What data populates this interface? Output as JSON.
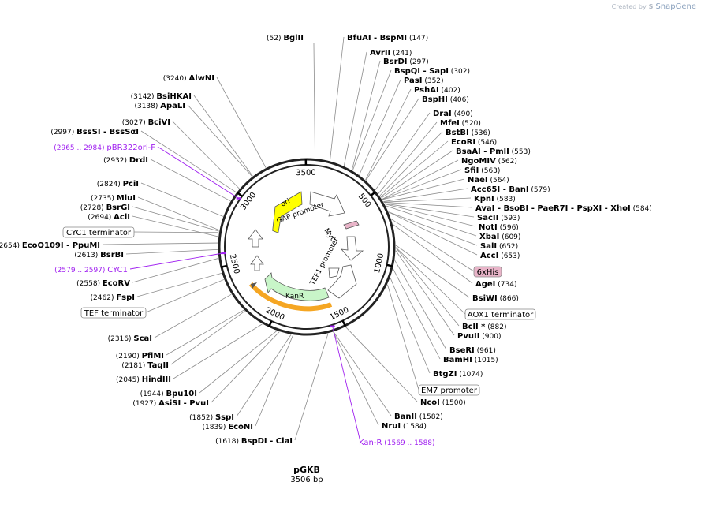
{
  "brand": {
    "created_by": "Created by",
    "name": "SnapGene"
  },
  "plasmid": {
    "name": "pGKB",
    "length_label": "3506 bp"
  },
  "ticks": [
    {
      "label": "3500",
      "bp": 3500
    },
    {
      "label": "500",
      "bp": 500
    },
    {
      "label": "1000",
      "bp": 1000
    },
    {
      "label": "1500",
      "bp": 1500
    },
    {
      "label": "2000",
      "bp": 2000
    },
    {
      "label": "2500",
      "bp": 2500
    },
    {
      "label": "3000",
      "bp": 3000
    }
  ],
  "features": [
    {
      "name": "ori",
      "type": "ori",
      "color": "#ffff00"
    },
    {
      "name": "GAP promoter",
      "type": "promoter",
      "color": "#ffffff"
    },
    {
      "name": "Myc",
      "type": "tag",
      "color": "#e8b4c8"
    },
    {
      "name": "TEF1 promoter",
      "type": "promoter",
      "color": "#ffffff"
    },
    {
      "name": "KanR",
      "type": "cds",
      "color": "#c8f5c8"
    },
    {
      "name": "",
      "type": "orf",
      "color": "#f5a623"
    }
  ],
  "sites_right": [
    {
      "parts": [
        "BfuAI",
        "BspMI"
      ],
      "pos": "(147)",
      "pre": "(52)",
      "pre_name": "BglII"
    },
    {
      "parts": [
        "AvrII"
      ],
      "pos": "(241)"
    },
    {
      "parts": [
        "BsrDI"
      ],
      "pos": "(297)"
    },
    {
      "parts": [
        "BspQI",
        "SapI"
      ],
      "pos": "(302)"
    },
    {
      "parts": [
        "PasI"
      ],
      "pos": "(352)"
    },
    {
      "parts": [
        "PshAI"
      ],
      "pos": "(402)"
    },
    {
      "parts": [
        "BspHI"
      ],
      "pos": "(406)"
    },
    {
      "parts": [
        "DraI"
      ],
      "pos": "(490)"
    },
    {
      "parts": [
        "MfeI"
      ],
      "pos": "(520)"
    },
    {
      "parts": [
        "BstBI"
      ],
      "pos": "(536)"
    },
    {
      "parts": [
        "EcoRI"
      ],
      "pos": "(546)"
    },
    {
      "parts": [
        "BsaAI",
        "PmlI"
      ],
      "pos": "(553)"
    },
    {
      "parts": [
        "NgoMIV"
      ],
      "pos": "(562)"
    },
    {
      "parts": [
        "SfiI"
      ],
      "pos": "(563)"
    },
    {
      "parts": [
        "NaeI"
      ],
      "pos": "(564)"
    },
    {
      "parts": [
        "Acc65I",
        "BanI"
      ],
      "pos": "(579)"
    },
    {
      "parts": [
        "KpnI"
      ],
      "pos": "(583)"
    },
    {
      "parts": [
        "AvaI",
        "BsoBI",
        "PaeR7I",
        "PspXI",
        "XhoI"
      ],
      "pos": "(584)"
    },
    {
      "parts": [
        "SacII"
      ],
      "pos": "(593)"
    },
    {
      "parts": [
        "NotI"
      ],
      "pos": "(596)"
    },
    {
      "parts": [
        "XbaI"
      ],
      "pos": "(609)"
    },
    {
      "parts": [
        "SalI"
      ],
      "pos": "(652)"
    },
    {
      "parts": [
        "AccI"
      ],
      "pos": "(653)"
    },
    {
      "parts": [
        "AgeI"
      ],
      "pos": "(734)"
    },
    {
      "parts": [
        "BsiWI"
      ],
      "pos": "(866)"
    },
    {
      "parts": [
        "BclI *"
      ],
      "pos": "(882)"
    },
    {
      "parts": [
        "PvuII"
      ],
      "pos": "(900)"
    },
    {
      "parts": [
        "BseRI"
      ],
      "pos": "(961)"
    },
    {
      "parts": [
        "BamHI"
      ],
      "pos": "(1015)"
    },
    {
      "parts": [
        "BtgZI"
      ],
      "pos": "(1074)"
    },
    {
      "parts": [
        "NcoI"
      ],
      "pos": "(1500)"
    },
    {
      "parts": [
        "BanII"
      ],
      "pos": "(1582)"
    },
    {
      "parts": [
        "NruI"
      ],
      "pos": "(1584)"
    }
  ],
  "sites_left": [
    {
      "parts": [
        "AlwNI"
      ],
      "pos": "(3240)"
    },
    {
      "parts": [
        "BsiHKAI"
      ],
      "pos": "(3142)"
    },
    {
      "parts": [
        "ApaLI"
      ],
      "pos": "(3138)"
    },
    {
      "parts": [
        "BciVI"
      ],
      "pos": "(3027)"
    },
    {
      "parts": [
        "BssSI",
        "BssSαI"
      ],
      "pos": "(2997)"
    },
    {
      "parts": [
        "DrdI"
      ],
      "pos": "(2932)"
    },
    {
      "parts": [
        "PciI"
      ],
      "pos": "(2824)"
    },
    {
      "parts": [
        "MluI"
      ],
      "pos": "(2735)"
    },
    {
      "parts": [
        "BsrGI"
      ],
      "pos": "(2728)"
    },
    {
      "parts": [
        "AclI"
      ],
      "pos": "(2694)"
    },
    {
      "parts": [
        "EcoO109I",
        "PpuMI"
      ],
      "pos": "(2654)"
    },
    {
      "parts": [
        "BsrBI"
      ],
      "pos": "(2613)"
    },
    {
      "parts": [
        "EcoRV"
      ],
      "pos": "(2558)"
    },
    {
      "parts": [
        "FspI"
      ],
      "pos": "(2462)"
    },
    {
      "parts": [
        "ScaI"
      ],
      "pos": "(2316)"
    },
    {
      "parts": [
        "PflMI"
      ],
      "pos": "(2190)"
    },
    {
      "parts": [
        "TaqII"
      ],
      "pos": "(2181)"
    },
    {
      "parts": [
        "HindIII"
      ],
      "pos": "(2045)"
    },
    {
      "parts": [
        "Bpu10I"
      ],
      "pos": "(1944)"
    },
    {
      "parts": [
        "AsiSI",
        "PvuI"
      ],
      "pos": "(1927)"
    },
    {
      "parts": [
        "SspI"
      ],
      "pos": "(1852)"
    },
    {
      "parts": [
        "EcoNI"
      ],
      "pos": "(1839)"
    },
    {
      "parts": [
        "BspDI",
        "ClaI"
      ],
      "pos": "(1618)"
    }
  ],
  "primers": [
    {
      "name": "pBR322ori-F",
      "range": "(2965 .. 2984)"
    },
    {
      "name": "CYC1",
      "range": "(2579 .. 2597)"
    },
    {
      "name": "Kan-R",
      "range": "(1569 .. 1588)"
    }
  ],
  "boxed_labels": [
    {
      "text": "CYC1 terminator"
    },
    {
      "text": "TEF terminator"
    },
    {
      "text": "6xHis"
    },
    {
      "text": "AOX1 terminator"
    },
    {
      "text": "EM7 promoter"
    }
  ]
}
